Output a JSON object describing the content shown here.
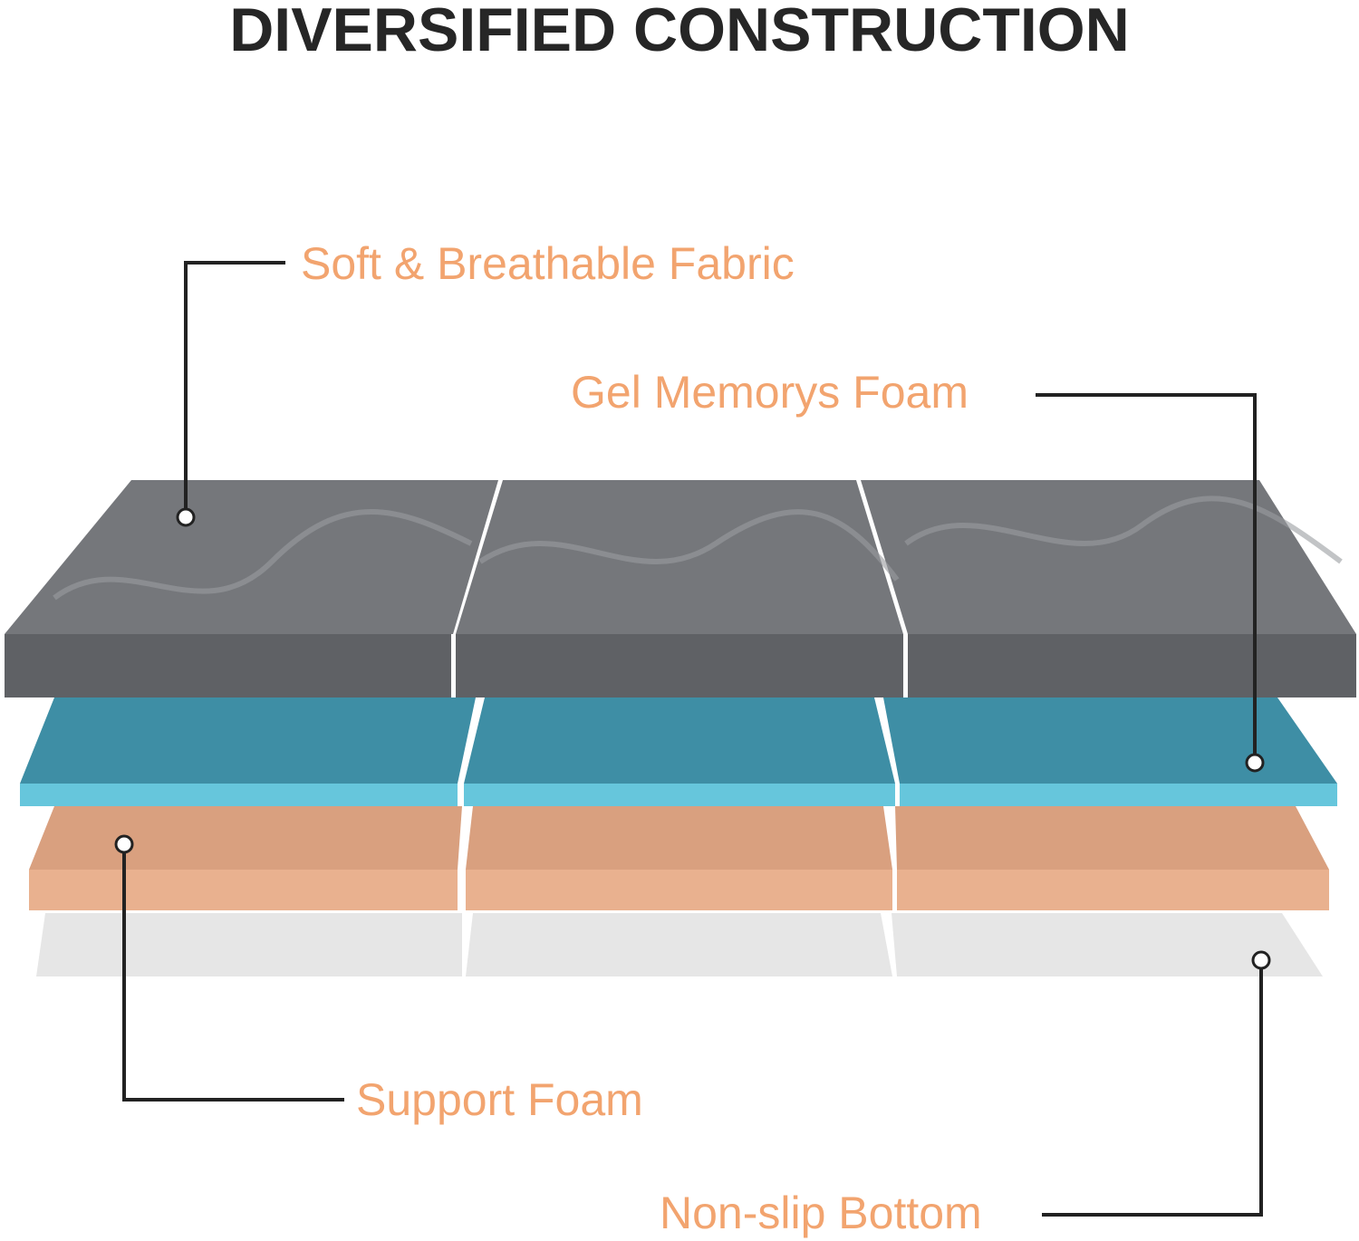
{
  "title": "DIVERSIFIED CONSTRUCTION",
  "layers": [
    {
      "label": "Soft & Breathable Fabric",
      "color": "#6f7175"
    },
    {
      "label": "Gel Memorys Foam",
      "color": "#5cc2d8"
    },
    {
      "label": "Support Foam",
      "color": "#e7ad8b"
    },
    {
      "label": "Non-slip Bottom",
      "color": "#e8e8e8"
    }
  ],
  "label_color": "#f2a46f"
}
